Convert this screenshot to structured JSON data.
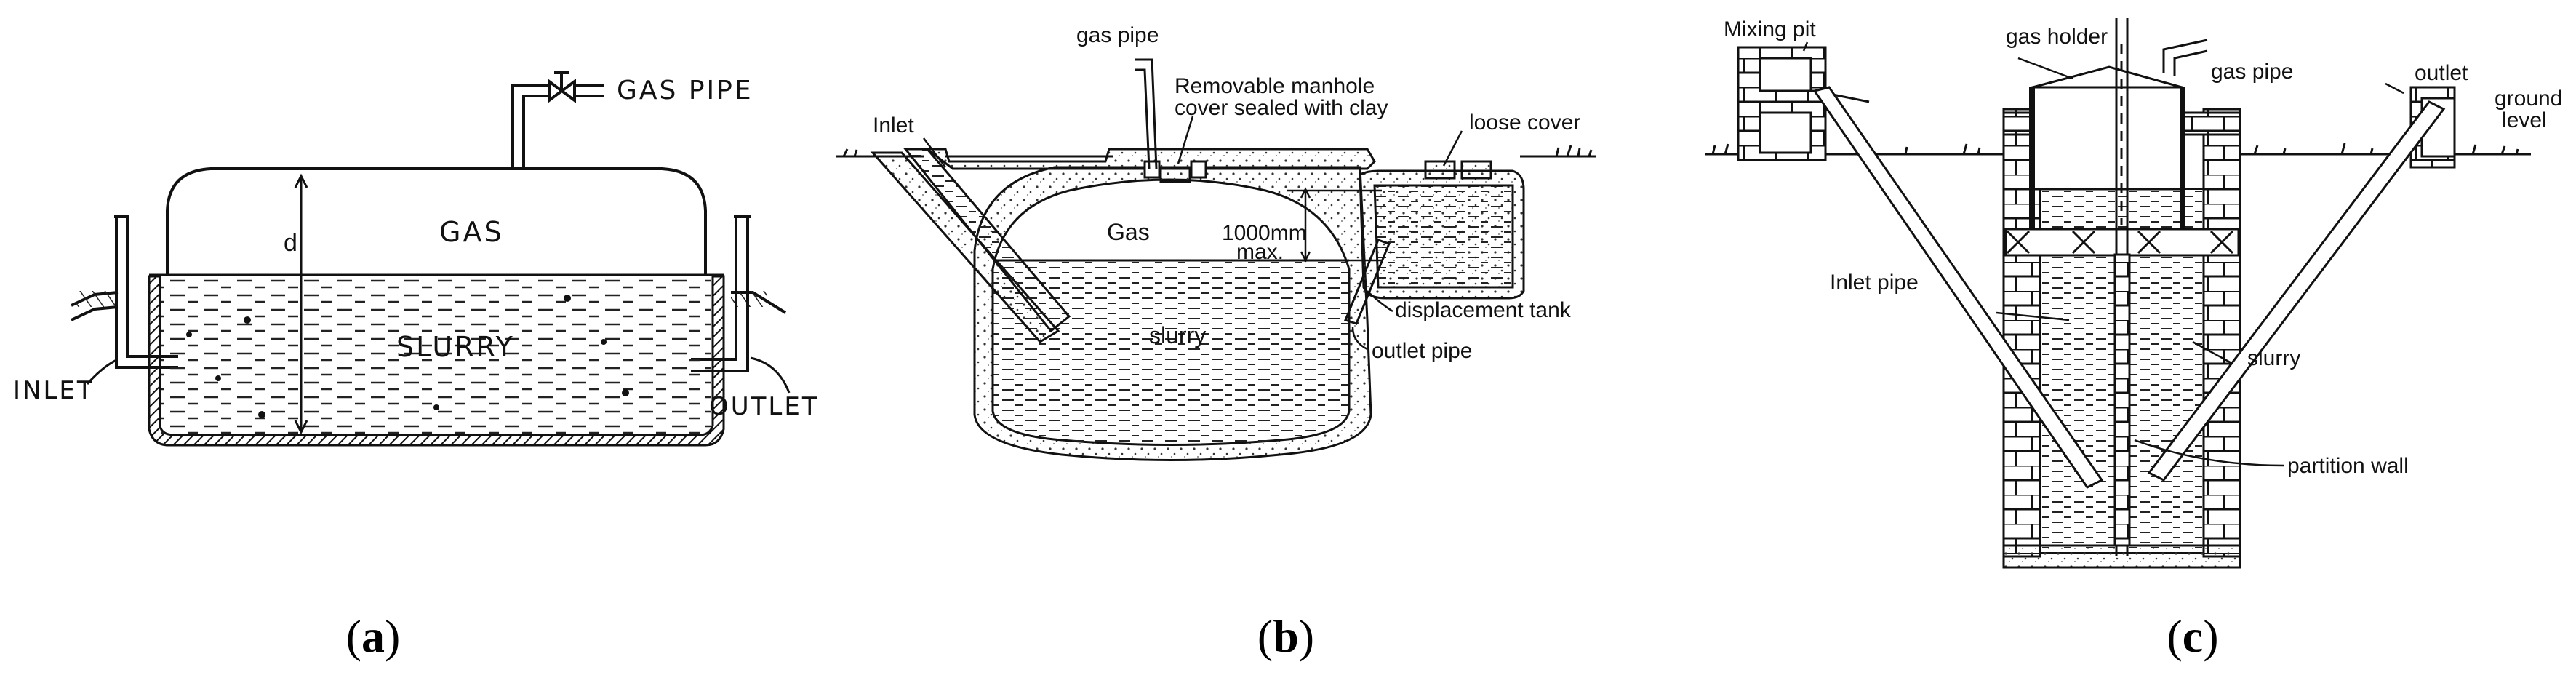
{
  "panel_a": {
    "gas_pipe": "GAS PIPE",
    "gas": "GAS",
    "d": "d",
    "slurry": "SLURRY",
    "inlet": "INLET",
    "outlet": "OUTLET",
    "caption": {
      "open": "(",
      "letter": "a",
      "close": ")"
    }
  },
  "panel_b": {
    "gas_pipe": "gas pipe",
    "manhole_line1": "Removable manhole",
    "manhole_line2": "cover sealed with clay",
    "loose_cover": "loose cover",
    "inlet": "Inlet",
    "gas": "Gas",
    "depth_line1": "1000mm",
    "depth_line2": "max.",
    "displacement_tank": "displacement tank",
    "slurry": "slurry",
    "outlet_pipe": "outlet pipe",
    "caption": {
      "open": "(",
      "letter": "b",
      "close": ")"
    }
  },
  "panel_c": {
    "mixing_pit": "Mixing pit",
    "gas_holder": "gas holder",
    "gas_pipe": "gas pipe",
    "outlet": "outlet",
    "ground_line1": "ground",
    "ground_line2": "level",
    "inlet_pipe": "Inlet pipe",
    "slurry": "slurry",
    "partition_wall": "partition wall",
    "caption": {
      "open": "(",
      "letter": "c",
      "close": ")"
    }
  }
}
